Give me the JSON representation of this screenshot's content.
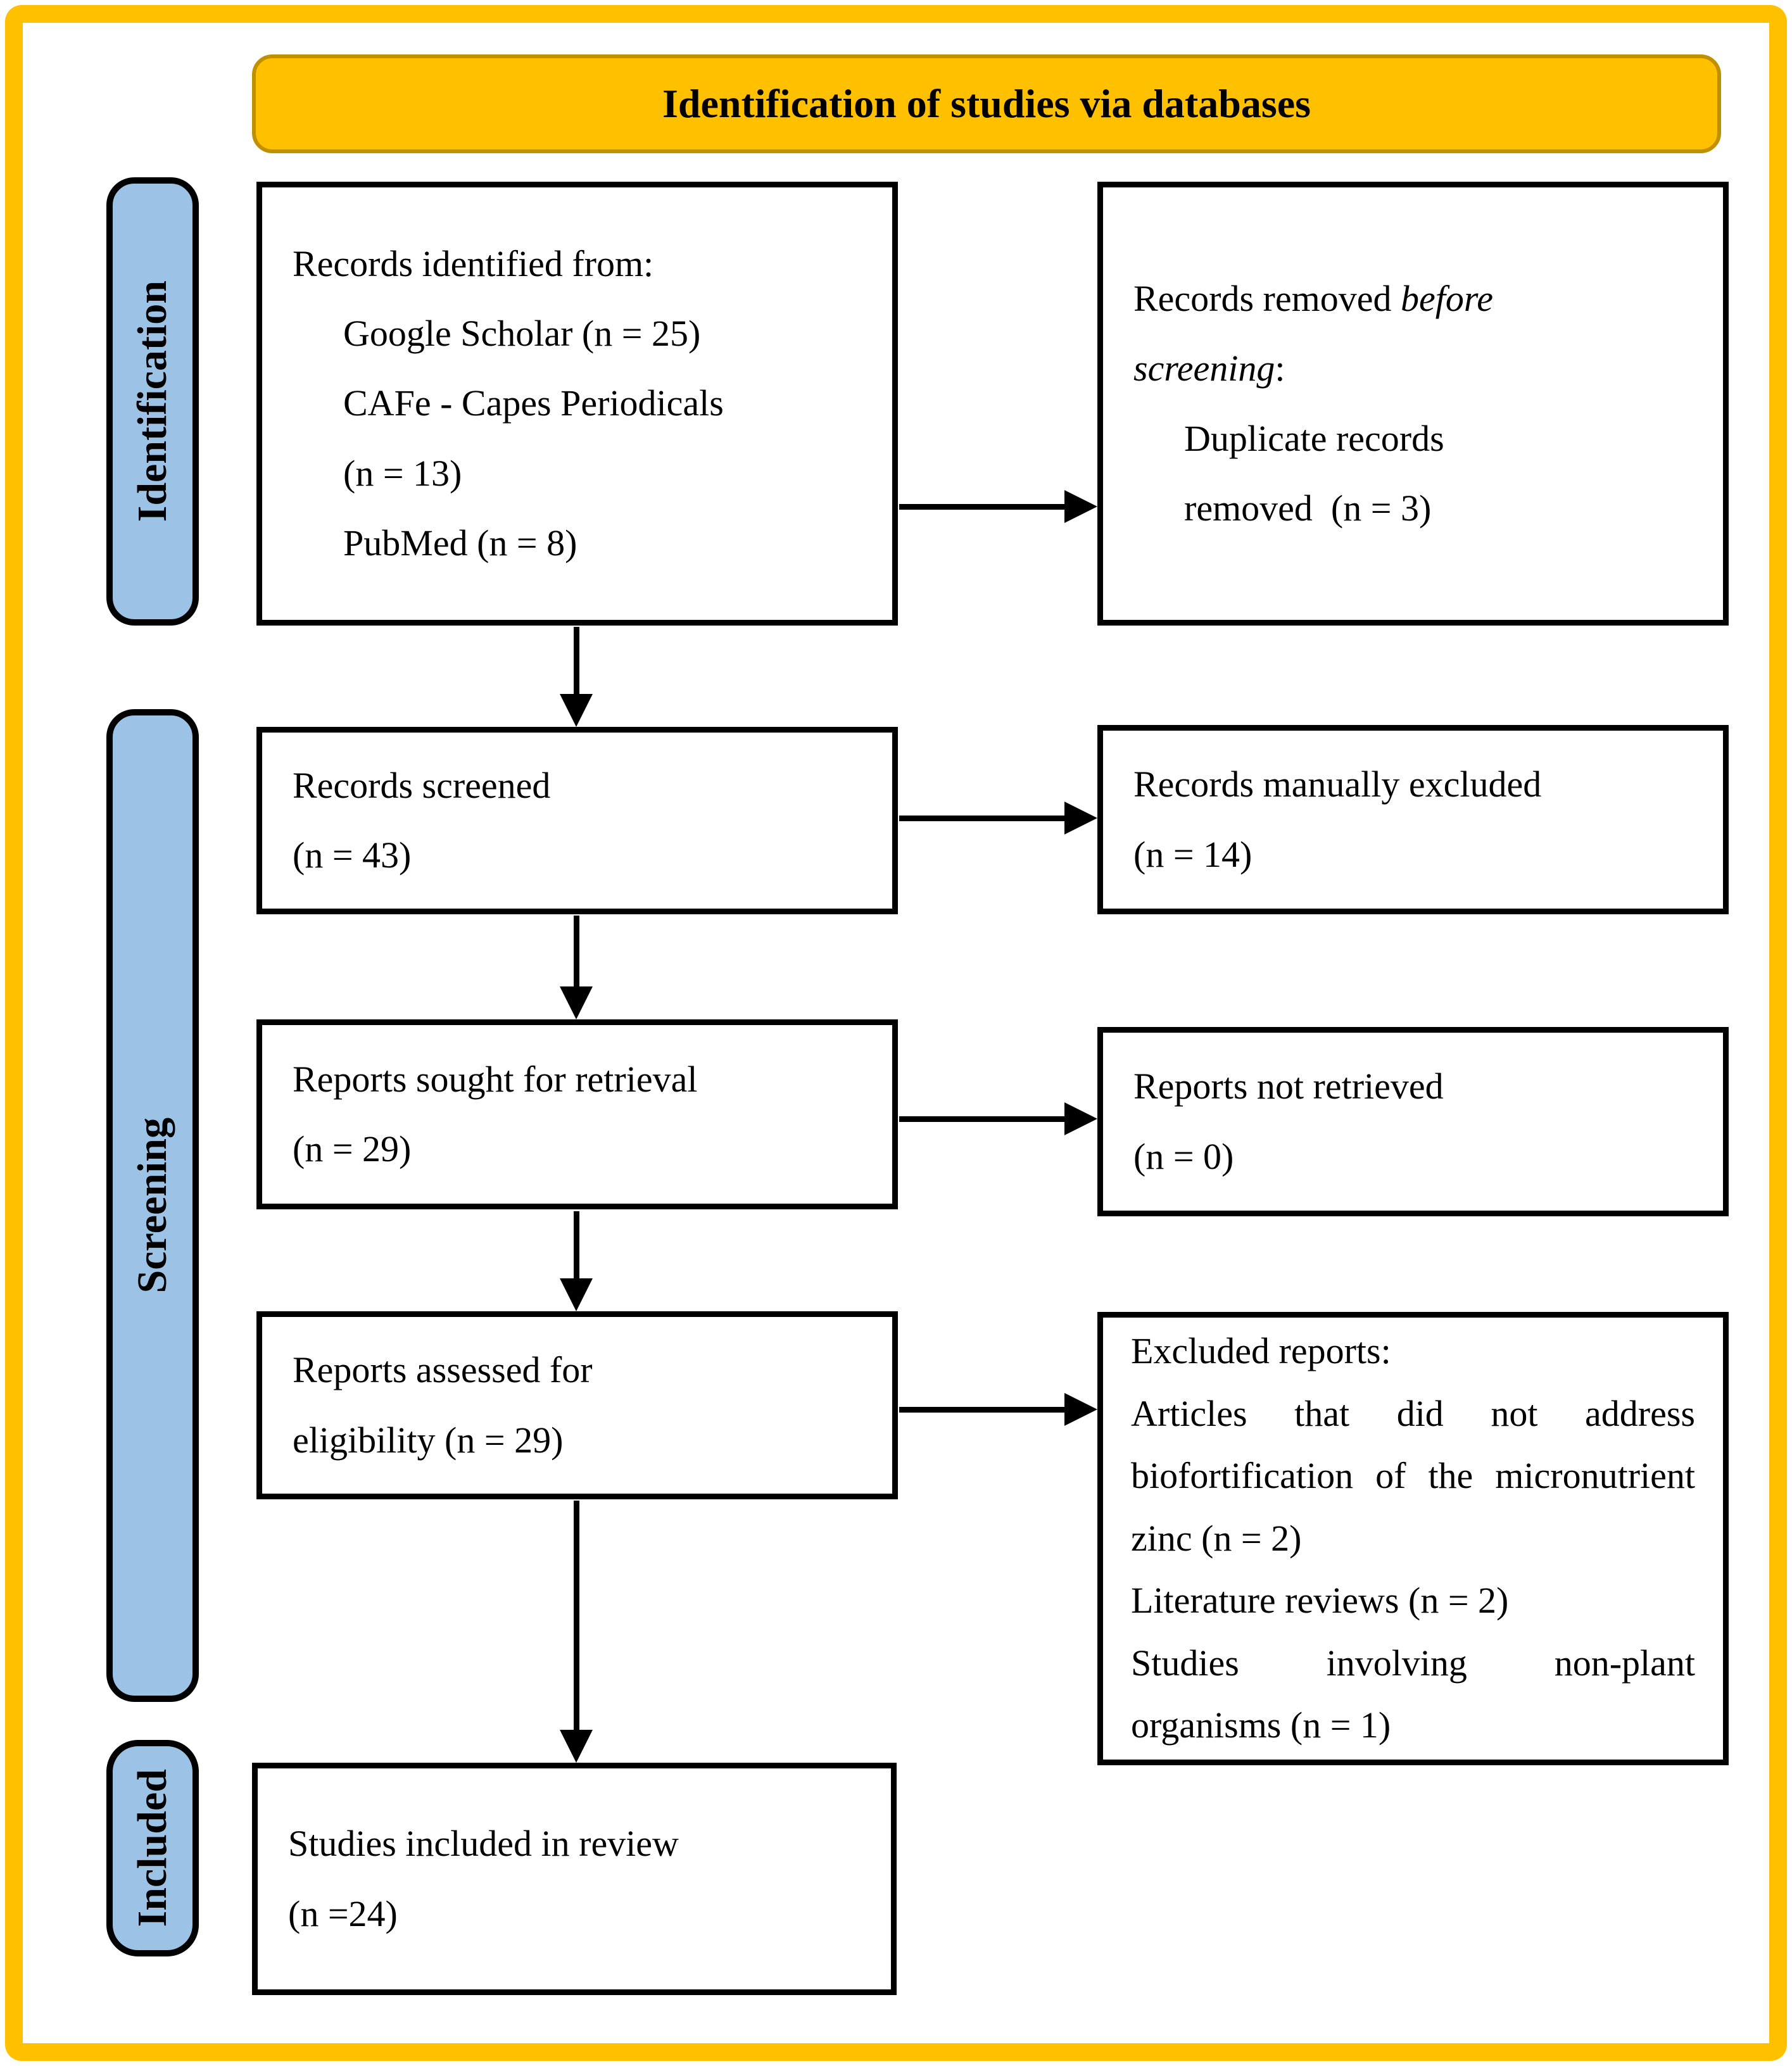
{
  "banner": {
    "title": "Identification of studies via databases"
  },
  "stages": [
    {
      "label": "Identification"
    },
    {
      "label": "Screening"
    },
    {
      "label": "Included"
    }
  ],
  "boxes": {
    "records_identified": {
      "heading": "Records identified from:",
      "lines": [
        "Google Scholar (n = 25)",
        "CAFe - Capes Periodicals",
        "(n = 13)",
        "PubMed (n = 8)"
      ]
    },
    "records_removed": {
      "intro_normal": "Records removed ",
      "intro_italic": "before",
      "intro_italic2": "screening",
      "intro_suffix": ":",
      "lines": [
        "Duplicate records",
        "removed  (n = 3)"
      ]
    },
    "records_screened": {
      "lines": [
        "Records screened",
        "(n = 43)"
      ]
    },
    "records_manually_excluded": {
      "lines": [
        "Records manually excluded",
        "(n = 14)"
      ]
    },
    "reports_sought": {
      "lines": [
        "Reports sought for retrieval",
        "(n = 29)"
      ]
    },
    "reports_not_retrieved": {
      "lines": [
        "Reports not retrieved",
        "(n = 0)"
      ]
    },
    "reports_assessed": {
      "lines": [
        "Reports assessed for",
        "eligibility (n = 29)"
      ]
    },
    "excluded_reports": {
      "heading": "Excluded reports:",
      "items": [
        "Articles that did not address biofortification of the micronutrient zinc (n = 2)",
        "Literature reviews (n = 2)",
        "Studies involving non-plant organisms (n = 1)"
      ]
    },
    "studies_included": {
      "lines": [
        "Studies included in review",
        "(n =24)"
      ]
    }
  },
  "colors": {
    "frame": "#FFC000",
    "banner-bg": "#FFC000",
    "banner-border": "#BF9000",
    "stage-bg": "#9CC3E5",
    "box-border": "#000000",
    "arrow": "#000000",
    "text": "#000000"
  }
}
